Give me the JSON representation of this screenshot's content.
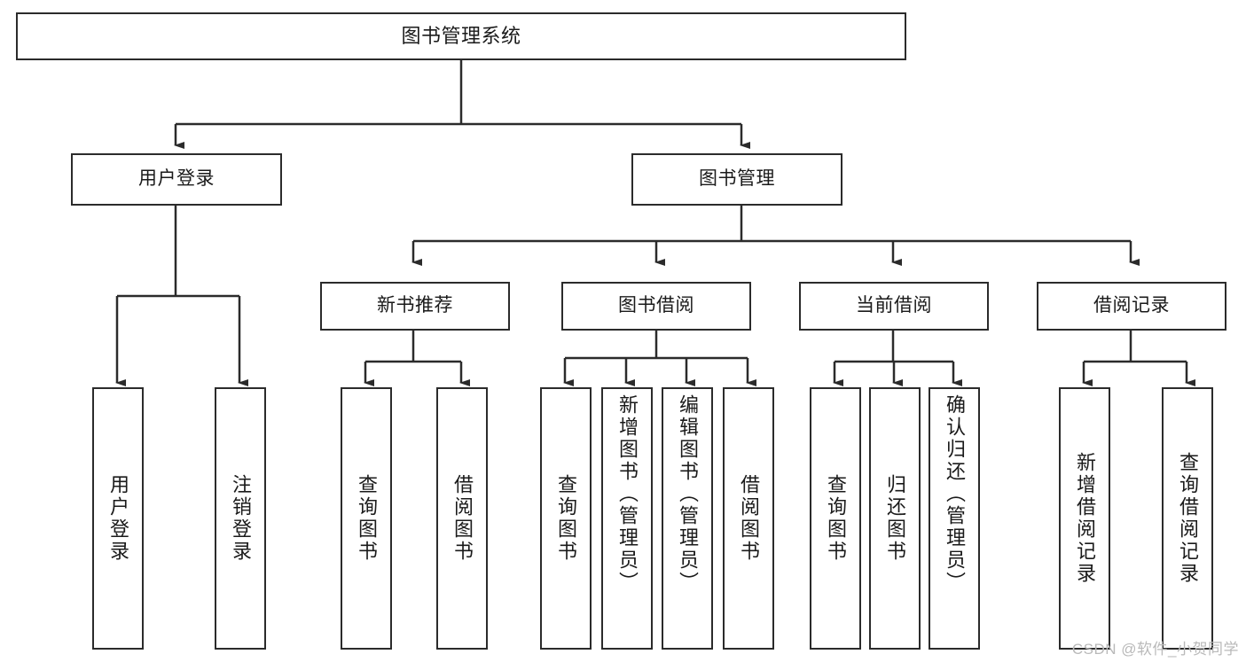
{
  "diagram": {
    "title": "图书管理系统",
    "type": "tree-hierarchy-chart",
    "root": {
      "label": "图书管理系统"
    },
    "level1": [
      {
        "id": "user-login",
        "label": "用户登录"
      },
      {
        "id": "book-manage",
        "label": "图书管理"
      }
    ],
    "level2": [
      {
        "id": "new-book-recommend",
        "label": "新书推荐",
        "parent": "book-manage"
      },
      {
        "id": "book-borrow",
        "label": "图书借阅",
        "parent": "book-manage"
      },
      {
        "id": "current-borrow",
        "label": "当前借阅",
        "parent": "book-manage"
      },
      {
        "id": "borrow-record",
        "label": "借阅记录",
        "parent": "book-manage"
      }
    ],
    "leaves": {
      "user_login": [
        {
          "id": "leaf-user-login",
          "label": "用户登录"
        },
        {
          "id": "leaf-logout",
          "label": "注销登录"
        }
      ],
      "new_book_recommend": [
        {
          "id": "leaf-query-book-1",
          "label": "查询图书"
        },
        {
          "id": "leaf-borrow-book-1",
          "label": "借阅图书"
        }
      ],
      "book_borrow": [
        {
          "id": "leaf-query-book-2",
          "label": "查询图书"
        },
        {
          "id": "leaf-add-book",
          "label": "新增图书（管理员）"
        },
        {
          "id": "leaf-edit-book",
          "label": "编辑图书（管理员）"
        },
        {
          "id": "leaf-borrow-book-2",
          "label": "借阅图书"
        }
      ],
      "current_borrow": [
        {
          "id": "leaf-query-book-3",
          "label": "查询图书"
        },
        {
          "id": "leaf-return-book",
          "label": "归还图书"
        },
        {
          "id": "leaf-confirm-return",
          "label": "确认归还（管理员）"
        }
      ],
      "borrow_record": [
        {
          "id": "leaf-add-record",
          "label": "新增借阅记录"
        },
        {
          "id": "leaf-query-record",
          "label": "查询借阅记录"
        }
      ]
    }
  },
  "watermark": {
    "text": "CSDN @软件_小贺同学"
  },
  "colors": {
    "background": "#ffffff",
    "box_fill": "#ffffff",
    "box_stroke": "#2b2b2b",
    "line": "#2b2b2b",
    "text": "#1a1a1a",
    "watermark": "#b9b9b9"
  }
}
